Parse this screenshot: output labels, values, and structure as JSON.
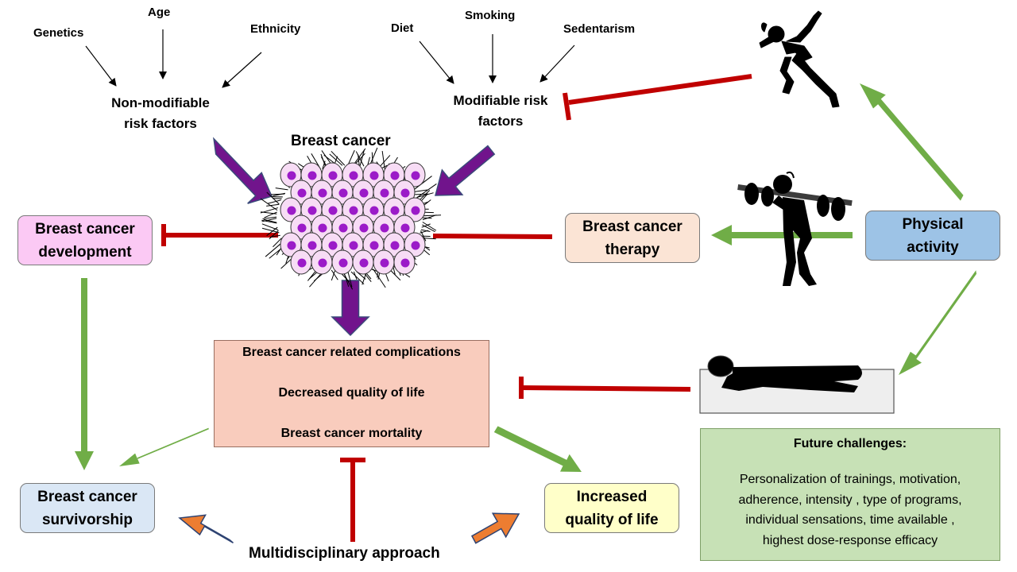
{
  "risk": {
    "genetics": "Genetics",
    "age": "Age",
    "ethnicity": "Ethnicity",
    "diet": "Diet",
    "smoking": "Smoking",
    "sedentarism": "Sedentarism",
    "non_modifiable": [
      "Non-modifiable",
      "risk factors"
    ],
    "modifiable": [
      "Modifiable risk",
      "factors"
    ]
  },
  "breast_cancer_title": "Breast cancer",
  "boxes": {
    "development": [
      "Breast cancer",
      "development"
    ],
    "therapy": [
      "Breast cancer",
      "therapy"
    ],
    "physical_activity": [
      "Physical",
      "activity"
    ],
    "survivorship": [
      "Breast cancer",
      "survivorship"
    ],
    "quality": [
      "Increased",
      "quality of life"
    ]
  },
  "central_items": [
    "Breast cancer related complications",
    "Decreased quality of life",
    "Breast cancer mortality"
  ],
  "multidisciplinary": "Multidisciplinary approach",
  "future": {
    "title": "Future challenges:",
    "lines": [
      "Personalization  of trainings,  motivation,",
      "adherence,  intensity , type of programs,",
      "individual  sensations, time available ,",
      "highest dose-response   efficacy"
    ]
  },
  "colors": {
    "purple": "#71148c",
    "green": "#70ad47",
    "red": "#c00000",
    "orange": "#ed7d31",
    "cell_fill": "#f7dcf5",
    "nucleus": "#9b1bc8"
  }
}
